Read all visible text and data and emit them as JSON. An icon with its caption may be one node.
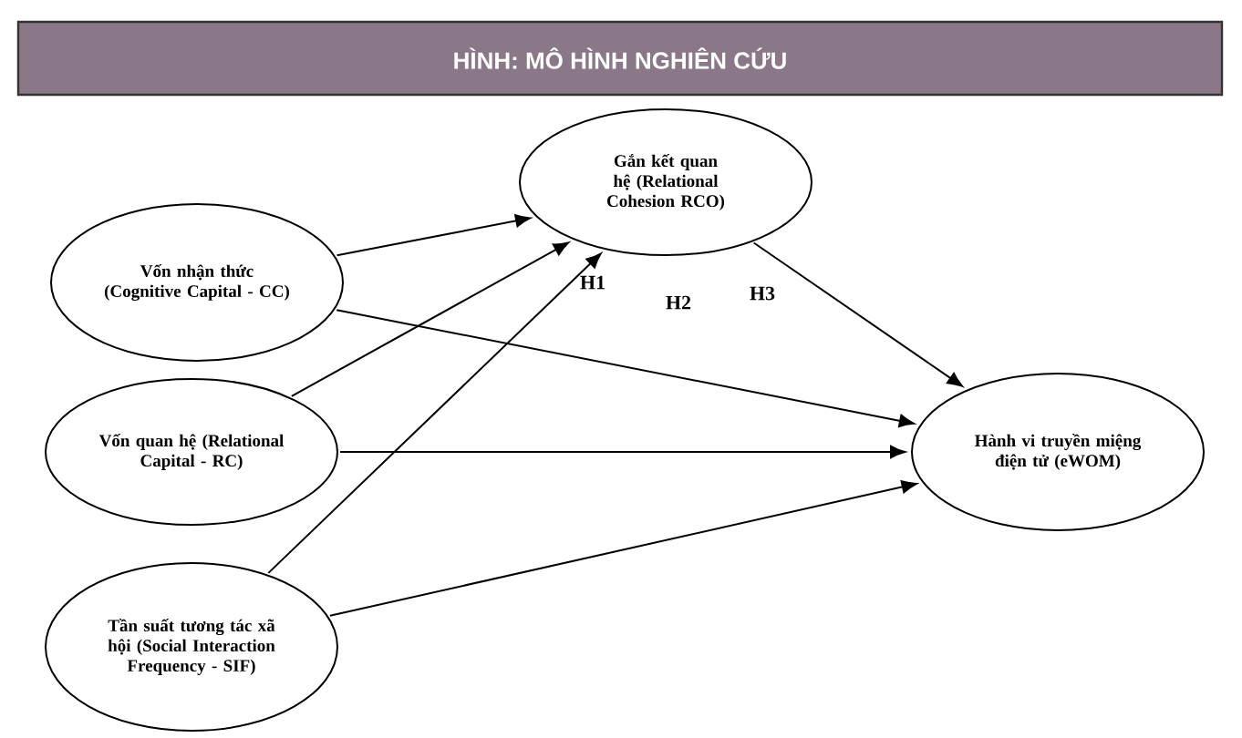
{
  "diagram": {
    "title": "HÌNH: MÔ HÌNH NGHIÊN CỨU",
    "nodes": [
      {
        "text": [
          "Gắn kết quan hệ (Relational Cohesion RCO)"
        ]
      },
      {
        "text": [
          "Vốn nhận thức (Cognitive Capital - CC)"
        ]
      },
      {
        "text": [
          "Vốn quan hệ (Relational Capital - RC)"
        ]
      },
      {
        "text": [
          "Tần suất tương tác xã hội (Social Interaction Frequency - SIF)"
        ]
      },
      {
        "text": [
          "Hành vi truyền miệng điện tử (eWOM)"
        ]
      }
    ],
    "edges": [
      {
        "from": 1,
        "to": 0,
        "arrow": "to"
      },
      {
        "from": 2,
        "to": 0,
        "arrow": "to"
      },
      {
        "from": 3,
        "to": 0,
        "arrow": "to"
      },
      {
        "from": 1,
        "to": 4,
        "arrow": "to"
      },
      {
        "from": 2,
        "to": 4,
        "arrow": "to"
      },
      {
        "from": 3,
        "to": 4,
        "arrow": "to"
      },
      {
        "from": 0,
        "to": 4,
        "arrow": "to"
      }
    ],
    "labels": [
      "H1",
      "H2",
      "H3"
    ]
  }
}
